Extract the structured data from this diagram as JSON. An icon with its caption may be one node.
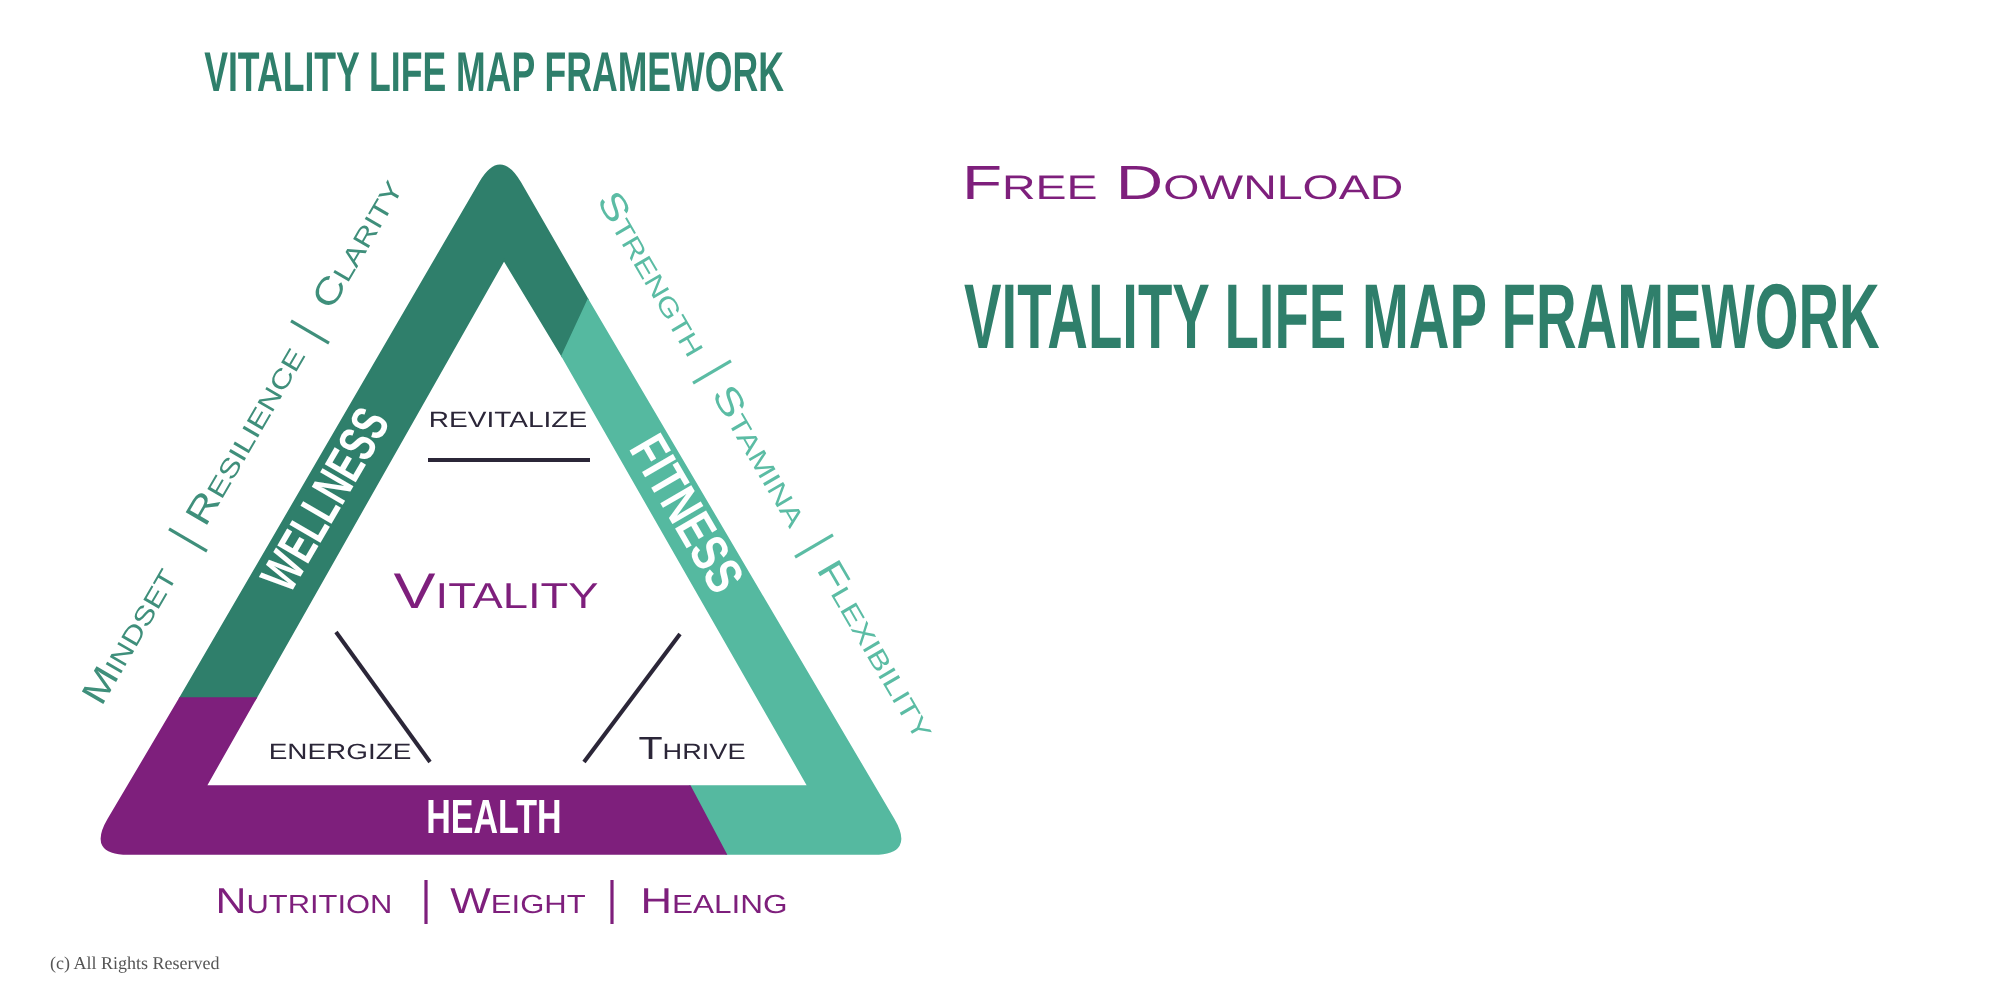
{
  "diagram": {
    "title": "VITALITY LIFE MAP FRAMEWORK",
    "nodes": [
      {
        "text": [
          "WELLNESS"
        ],
        "beside": [
          "Mindset",
          "Resilience",
          "Clarity"
        ]
      },
      {
        "text": [
          "FITNESS"
        ],
        "beside": [
          "Strength",
          "Stamina",
          "Flexibility"
        ]
      },
      {
        "text": [
          "HEALTH"
        ],
        "beside": [
          "Nutrition",
          "Weight",
          "Healing"
        ]
      }
    ],
    "labels": [
      "Free Download",
      "VITALITY LIFE MAP FRAMEWORK",
      "revitalize",
      "Vitality",
      "energize",
      "Thrive",
      "(c) All Rights Reserved"
    ]
  }
}
